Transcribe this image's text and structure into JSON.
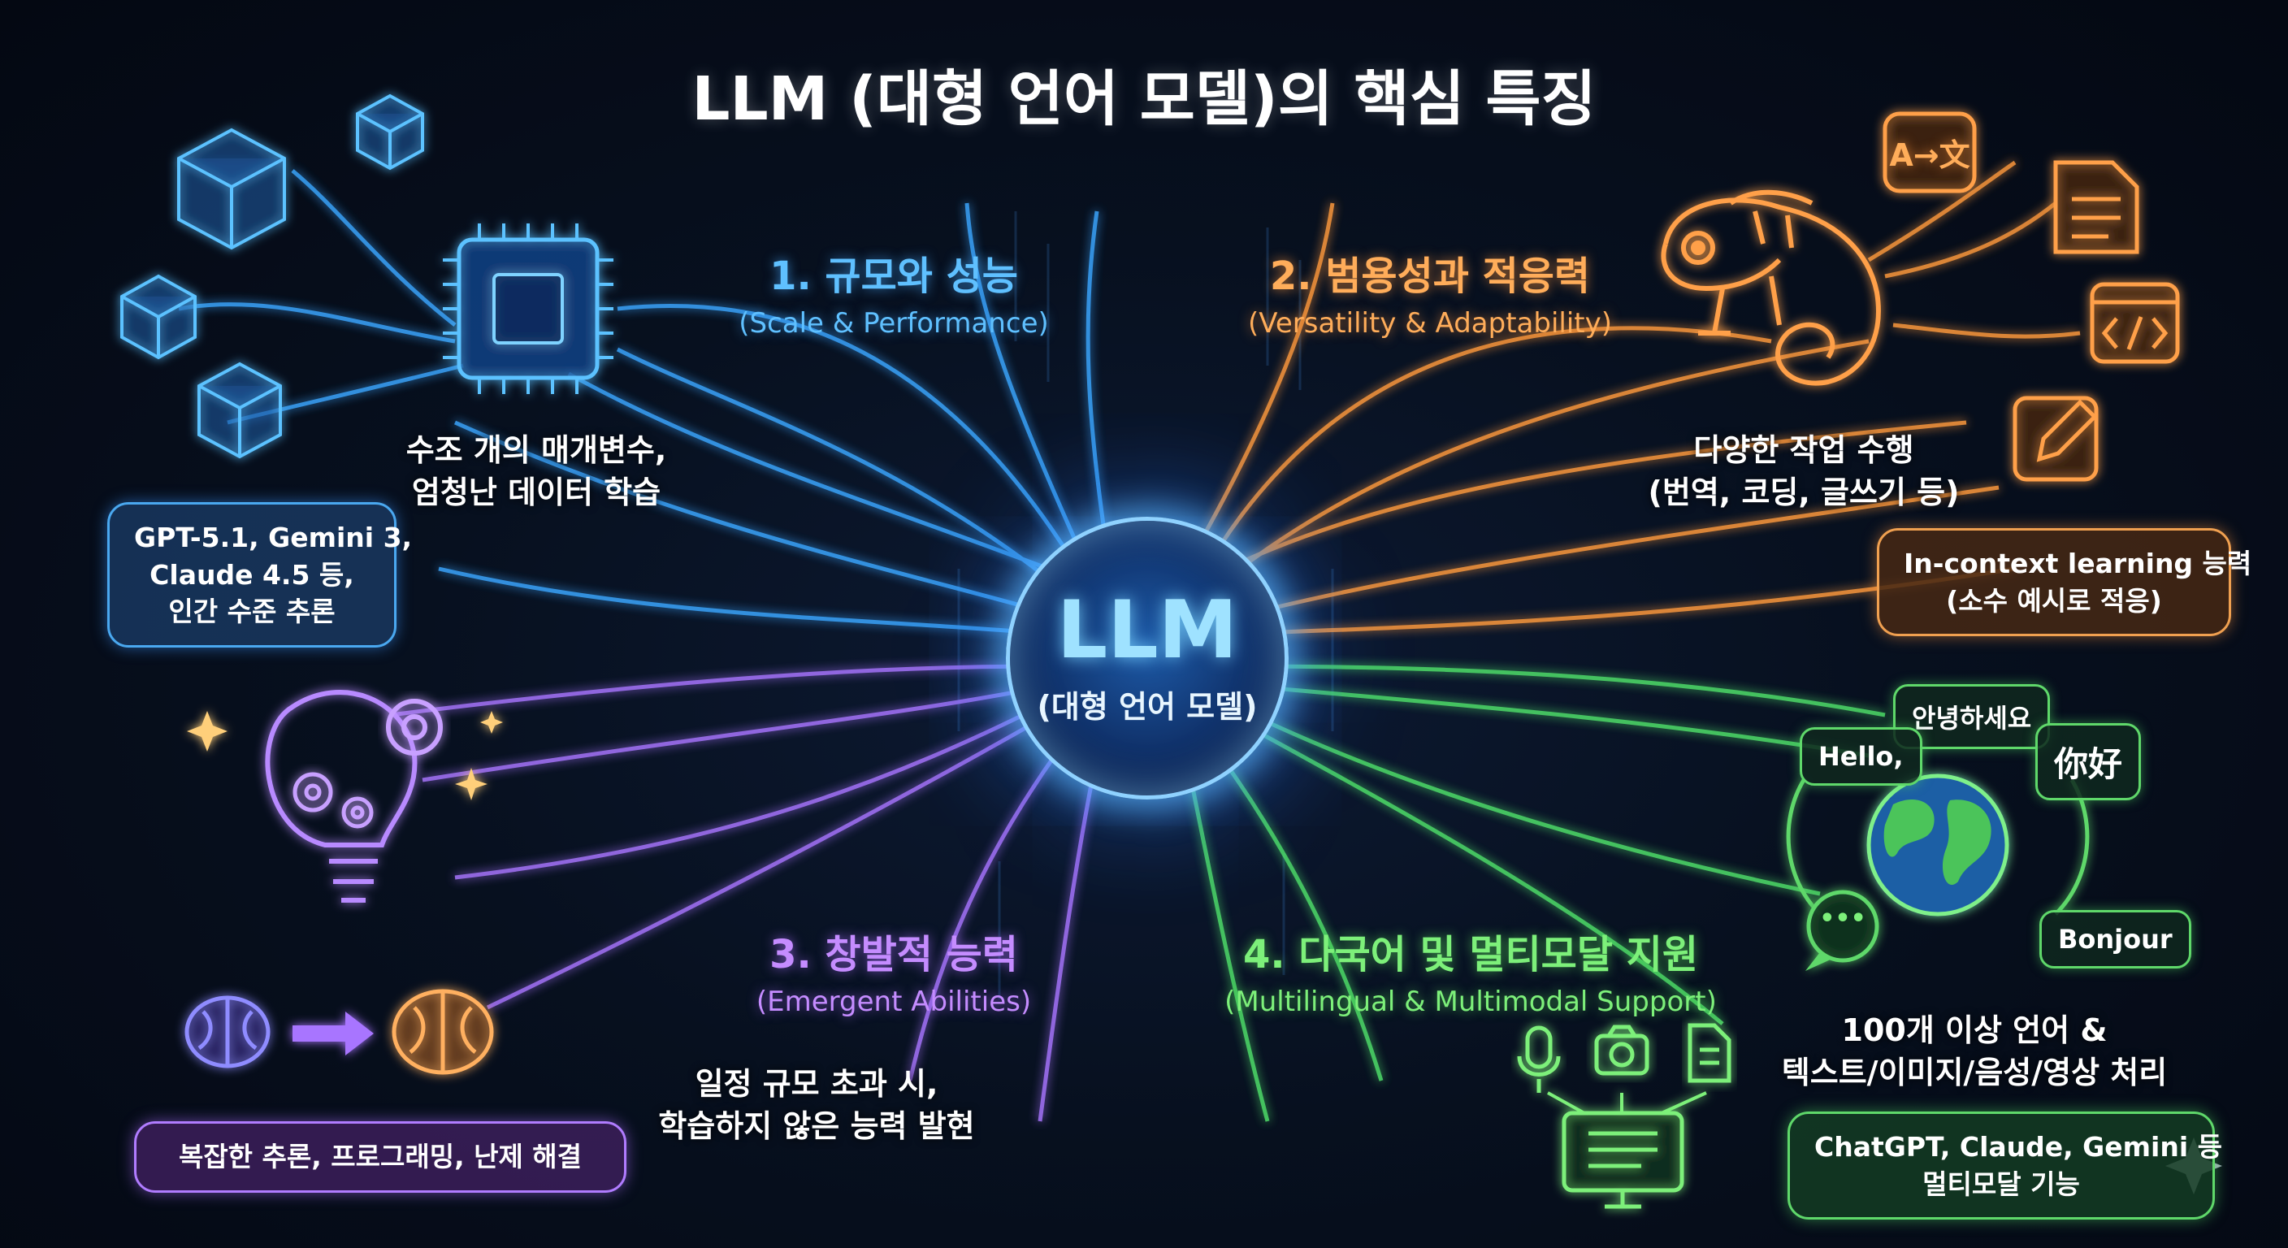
{
  "title": "LLM (대형 언어 모델)의 핵심 특징",
  "center": {
    "title": "LLM",
    "subtitle": "(대형 언어 모델)"
  },
  "sections": {
    "scale": {
      "title": "1. 규모와 성능",
      "subtitle": "(Scale & Performance)",
      "desc_line1": "수조 개의 매개변수,",
      "desc_line2": "엄청난 데이터 학습",
      "bubble_line1": "GPT-5.1, Gemini 3,",
      "bubble_line2": "Claude 4.5 등,",
      "bubble_line3": "인간 수준 추론"
    },
    "versatility": {
      "title": "2. 범용성과 적응력",
      "subtitle": "(Versatility & Adaptability)",
      "desc_line1": "다양한 작업 수행",
      "desc_line2": "(번역, 코딩, 글쓰기 등)",
      "bubble_line1": "In-context learning 능력",
      "bubble_line2": "(소수 예시로 적응)",
      "translate_icon_text": "A→文"
    },
    "emergent": {
      "title": "3. 창발적 능력",
      "subtitle": "(Emergent Abilities)",
      "desc_line1": "일정 규모 초과 시,",
      "desc_line2": "학습하지 않은 능력 발현",
      "bubble_line1": "복잡한 추론, 프로그래밍, 난제 해결"
    },
    "multilingual": {
      "title": "4. 다국어 및 멀티모달 지원",
      "subtitle": "(Multilingual & Multimodal Support)",
      "desc_line1": "100개 이상 언어 &",
      "desc_line2": "텍스트/이미지/음성/영상 처리",
      "bubble_line1": "ChatGPT, Claude, Gemini 등",
      "bubble_line2": "멀티모달 기능",
      "lang_korean": "안녕하세요",
      "lang_english": "Hello,",
      "lang_chinese": "你好",
      "lang_french": "Bonjour",
      "chat_dots": "•••"
    }
  },
  "colors": {
    "blue": "#5fc0ff",
    "orange": "#ffad5a",
    "purple": "#c58cff",
    "green": "#7df07a"
  },
  "icons": [
    "cube-icon",
    "chip-icon",
    "chameleon-icon",
    "translate-icon",
    "document-icon",
    "code-window-icon",
    "edit-icon",
    "lightbulb-icon",
    "gear-icon",
    "sparkle-icon",
    "brain-icon",
    "arrow-right-icon",
    "globe-icon",
    "microphone-icon",
    "camera-icon",
    "monitor-icon",
    "chat-bubble-icon"
  ]
}
